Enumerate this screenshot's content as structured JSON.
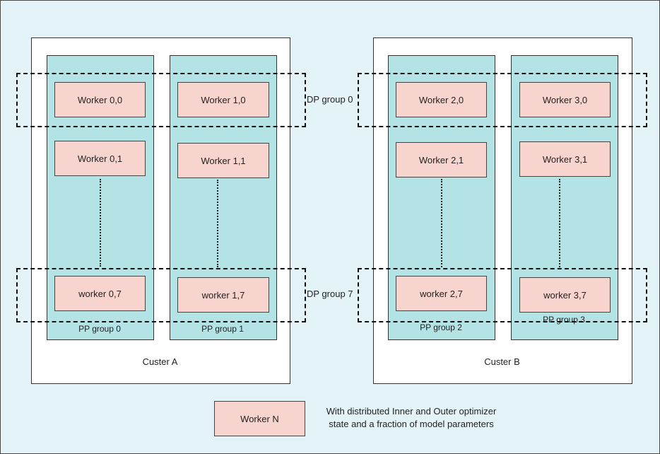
{
  "clusters": [
    {
      "label": "Custer A",
      "pp_groups": [
        {
          "label": "PP group 0",
          "workers": {
            "top": "Worker 0,0",
            "second": "Worker 0,1",
            "last": "worker 0,7"
          }
        },
        {
          "label": "PP group 1",
          "workers": {
            "top": "Worker 1,0",
            "second": "Worker 1,1",
            "last": "worker 1,7"
          }
        }
      ]
    },
    {
      "label": "Custer B",
      "pp_groups": [
        {
          "label": "PP group 2",
          "workers": {
            "top": "Worker 2,0",
            "second": "Worker 2,1",
            "last": "worker 2,7"
          }
        },
        {
          "label": "PP group 3",
          "workers": {
            "top": "Worker 3,0",
            "second": "Worker 3,1",
            "last": "worker 3,7"
          }
        }
      ]
    }
  ],
  "dp_groups": {
    "first": "DP group 0",
    "last": "DP group 7"
  },
  "legend": {
    "worker_label": "Worker N",
    "description_line1": "With distributed Inner and Outer optimizer",
    "description_line2": "state and a fraction of model parameters"
  },
  "colors": {
    "background": "#e4f3f8",
    "cluster_fill": "#ffffff",
    "pp_group_fill": "#b4e3e6",
    "worker_fill": "#f8d4cf"
  }
}
